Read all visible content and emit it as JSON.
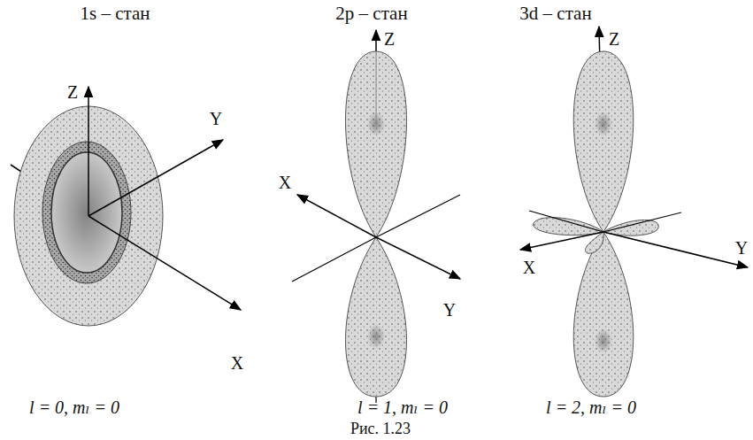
{
  "diagram": {
    "caption": "Рис. 1.23",
    "labels": [
      "1s – стан",
      "2p – стан",
      "3d – стан",
      "Z",
      "Y",
      "X",
      "Z",
      "X",
      "Y",
      "Z",
      "X",
      "Y",
      "l = 0,  mₗ = 0",
      "l = 1,  mₗ = 0",
      "l = 2,  mₗ = 0"
    ]
  }
}
